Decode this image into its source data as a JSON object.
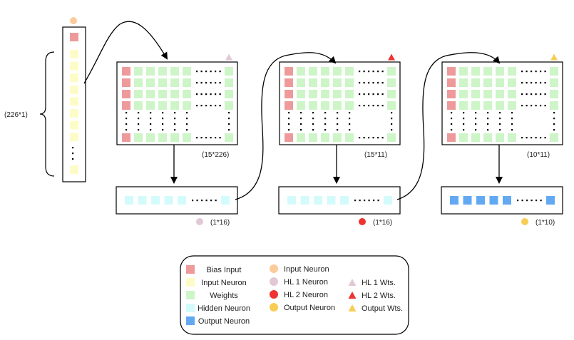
{
  "input_column": {
    "size_label": "(226*1)",
    "marker_color": "#FBCB9B"
  },
  "layers": [
    {
      "weights_size": "(15*226)",
      "weights_marker_color": "#E2C8D6",
      "neurons_size": "(1*16)",
      "neurons_marker_color": "#E2C8D6",
      "neuron_color": "#D4FBFB"
    },
    {
      "weights_size": "(15*11)",
      "weights_marker_color": "#EE3333",
      "neurons_size": "(1*16)",
      "neurons_marker_color": "#EE3333",
      "neuron_color": "#D4FBFB"
    },
    {
      "weights_size": "(10*11)",
      "weights_marker_color": "#F7CD55",
      "neurons_size": "(1*10)",
      "neurons_marker_color": "#F7CD55",
      "neuron_color": "#63A9F2"
    }
  ],
  "legend": {
    "col1": [
      {
        "label": "Bias Input",
        "color": "#EE9A9A",
        "shape": "square"
      },
      {
        "label": "Input Neuron",
        "color": "#FDFCC8",
        "shape": "square"
      },
      {
        "label": "Weights",
        "color": "#CDF5C8",
        "shape": "square"
      },
      {
        "label": "Hidden Neuron",
        "color": "#D4FBFB",
        "shape": "square"
      },
      {
        "label": "Output Neuron",
        "color": "#63A9F2",
        "shape": "square"
      }
    ],
    "col2": [
      {
        "label": "Input Neuron",
        "color": "#FBCB9B",
        "shape": "circle"
      },
      {
        "label": "HL 1 Neuron",
        "color": "#E2C8D6",
        "shape": "circle"
      },
      {
        "label": "HL 2 Neuron",
        "color": "#EE3333",
        "shape": "circle"
      },
      {
        "label": "Output Neuron",
        "color": "#F7CD55",
        "shape": "circle"
      }
    ],
    "col3": [
      {
        "label": "HL 1 Wts.",
        "color": "#E2C8D6",
        "shape": "triangle"
      },
      {
        "label": "HL 2 Wts.",
        "color": "#EE3333",
        "shape": "triangle"
      },
      {
        "label": "Output Wts.",
        "color": "#F7CD55",
        "shape": "triangle"
      }
    ]
  },
  "colors": {
    "bias": "#EE9A9A",
    "input": "#FDFCC8",
    "weight": "#CDF5C8",
    "hidden": "#D4FBFB",
    "output": "#63A9F2"
  }
}
